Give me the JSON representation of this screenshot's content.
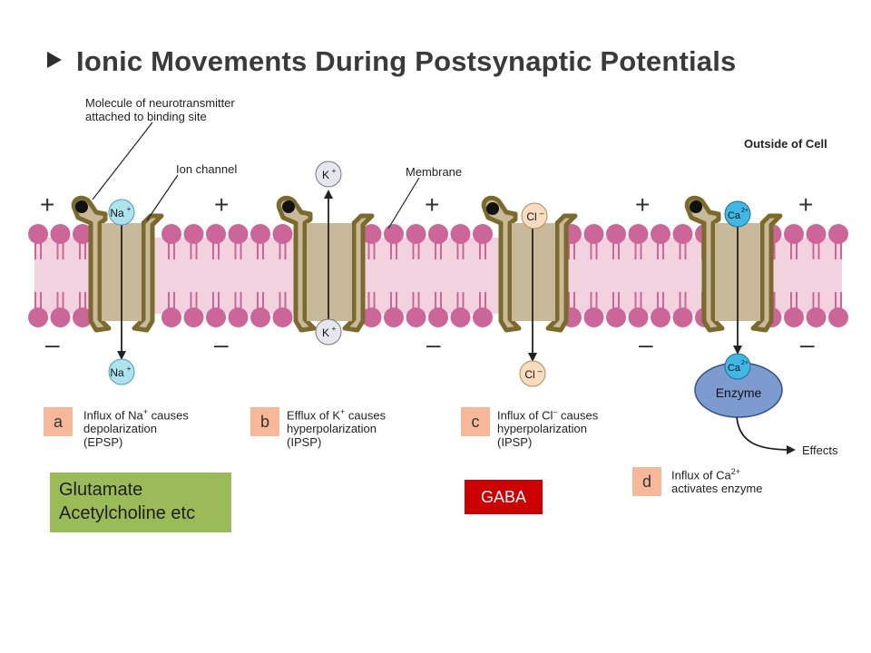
{
  "title": "Ionic Movements During Postsynaptic Potentials",
  "labels": {
    "neurotransmitter": [
      "Molecule of neurotransmitter",
      "attached to binding site"
    ],
    "ion_channel": "Ion channel",
    "membrane": "Membrane",
    "outside": "Outside of Cell"
  },
  "signs": {
    "plus": "+",
    "minus": "–"
  },
  "ions": {
    "na": "Na",
    "k": "K",
    "cl": "Cl",
    "ca": "Ca",
    "plus_charge": "+",
    "minus_charge": "–",
    "ca_charge": "2+"
  },
  "enzyme": "Enzyme",
  "effects": "Effects",
  "panels": [
    {
      "letter": "a",
      "lines": [
        "Influx of Na",
        "+",
        " causes",
        "depolarization",
        "(EPSP)"
      ]
    },
    {
      "letter": "b",
      "lines": [
        "Efflux of K",
        "+",
        " causes",
        "hyperpolarization",
        "(IPSP)"
      ]
    },
    {
      "letter": "c",
      "lines": [
        "Influx of Cl",
        "–",
        " causes",
        "hyperpolarization",
        "(IPSP)"
      ]
    },
    {
      "letter": "d",
      "lines": [
        "Influx of Ca",
        "2+",
        "",
        "activates enzyme",
        ""
      ]
    }
  ],
  "boxes": {
    "green": [
      "Glutamate",
      "Acetylcholine etc"
    ],
    "red": "GABA"
  },
  "colors": {
    "lipid_head": "#cc6699",
    "lipid_band": "#f2d2de",
    "channel_fill": "#c8b99a",
    "channel_edge": "#7a6a2c",
    "badge": "#f7b89a",
    "green_box": "#9bbb59",
    "red_box": "#cc0000",
    "enzyme": "#7e9bd0",
    "ca_ion": "#3fb8e6",
    "ion_fill": "#f8dcc0"
  }
}
